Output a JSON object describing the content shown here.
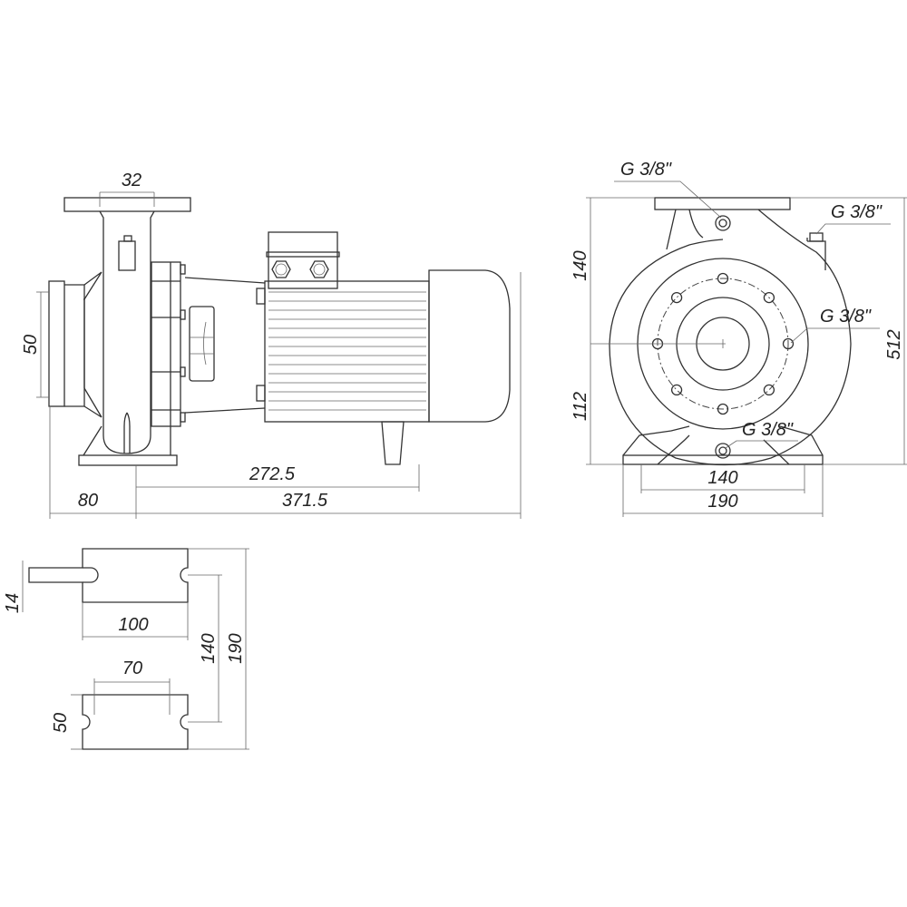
{
  "side_view": {
    "dim_outlet": "32",
    "dim_inlet": "50",
    "dim_foot_to_motor_foot": "272.5",
    "dim_inlet_offset": "80",
    "dim_total_length": "371.5"
  },
  "front_view": {
    "dim_upper_height": "140",
    "dim_lower_height": "112",
    "dim_total_height": "512",
    "dim_foot_bolt_spacing": "140",
    "dim_foot_width": "190",
    "port_label_top": "G 3/8\"",
    "port_label_right_top": "G 3/8\"",
    "port_label_side": "G 3/8\"",
    "port_label_bottom": "G 3/8\""
  },
  "foot_detail": {
    "dim_slot_width": "14",
    "dim_upper_length": "100",
    "dim_lower_slot_spacing": "70",
    "dim_lower_height": "50",
    "dim_slot_spacing": "140",
    "dim_overall": "190"
  }
}
